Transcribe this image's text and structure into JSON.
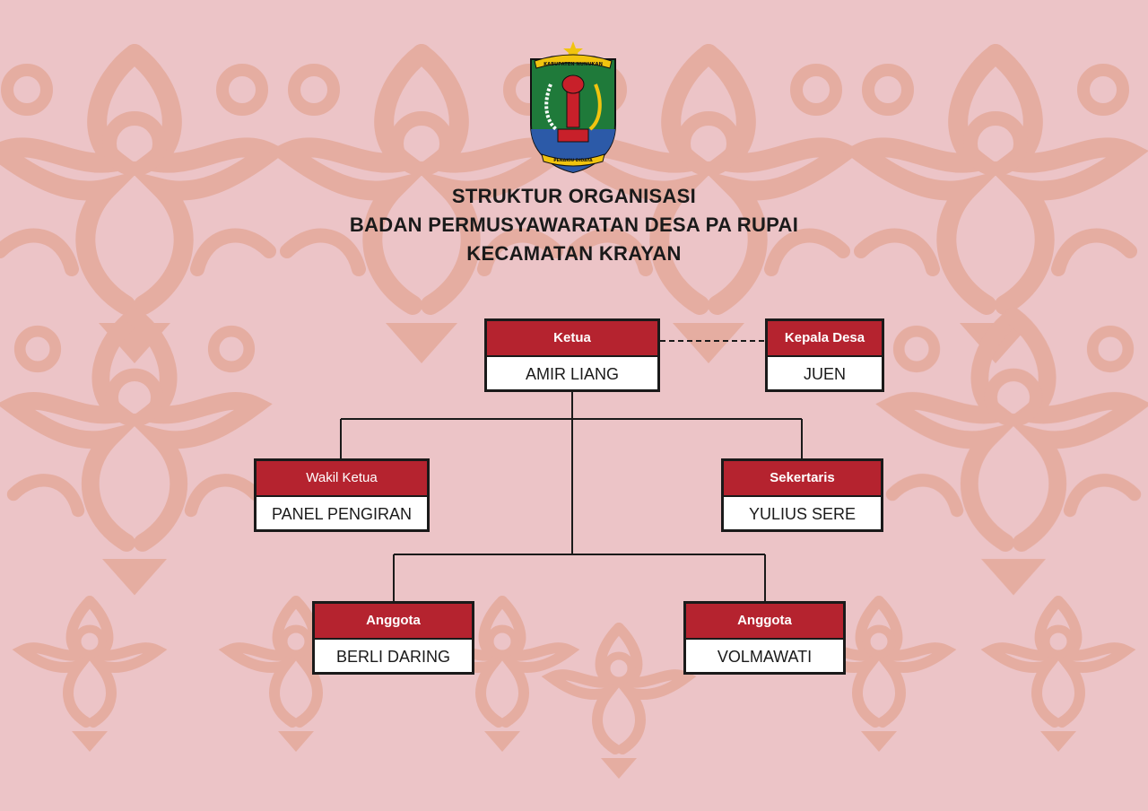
{
  "emblem": {
    "name": "kabupaten-nunukan-emblem",
    "ribbon_top_text": "KABUPATEN NUNUKAN",
    "ribbon_bottom_text": "PENAKIU DIDAYA",
    "colors": {
      "green": "#1f7a3a",
      "blue": "#2c5aa8",
      "red": "#c8202a",
      "yellow": "#f1c40f"
    }
  },
  "title": {
    "line1": "STRUKTUR ORGANISASI",
    "line2": "BADAN PERMUSYAWARATAN DESA PA RUPAI",
    "line3": "KECAMATAN KRAYAN"
  },
  "org": {
    "ketua": {
      "role": "Ketua",
      "name": "AMIR LIANG"
    },
    "kepala_desa": {
      "role": "Kepala Desa",
      "name": "JUEN"
    },
    "wakil_ketua": {
      "role": "Wakil Ketua",
      "name": "PANEL PENGIRAN"
    },
    "sekertaris": {
      "role": "Sekertaris",
      "name": "YULIUS SERE"
    },
    "anggota_1": {
      "role": "Anggota",
      "name": "BERLI DARING"
    },
    "anggota_2": {
      "role": "Anggota",
      "name": "VOLMAWATI"
    }
  },
  "colors": {
    "background": "#ecc4c7",
    "ornament": "#e3a695",
    "header_red": "#b5232f",
    "line": "#1a1a1a"
  }
}
